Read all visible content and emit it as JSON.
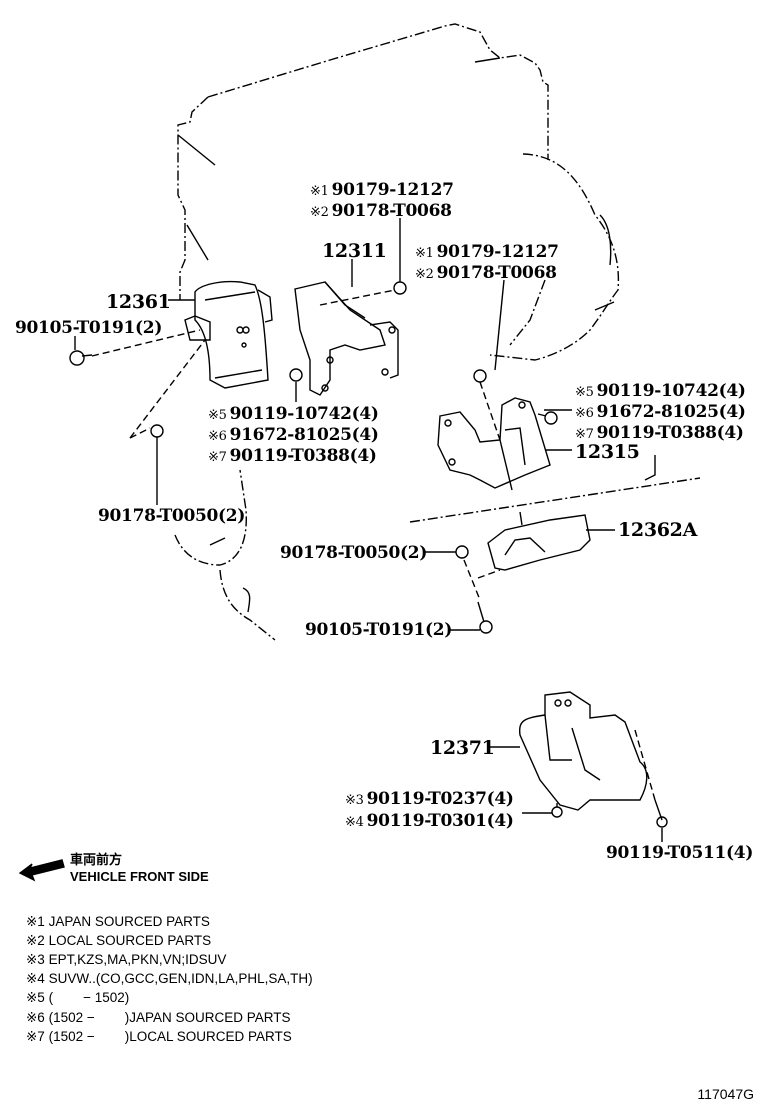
{
  "diagram": {
    "id": "117047G",
    "direction": {
      "icon": "arrow-left-icon",
      "label_jp": "車両前方",
      "label_en": "VEHICLE FRONT SIDE"
    },
    "callouts": [
      {
        "key": "c_90105_left",
        "mark": "",
        "part": "90105-T0191(2)"
      },
      {
        "key": "c_12361",
        "mark": "",
        "part": "12361"
      },
      {
        "key": "c_top1_a",
        "mark": "※1",
        "part": "90179-12127"
      },
      {
        "key": "c_top1_b",
        "mark": "※2",
        "part": "90178-T0068"
      },
      {
        "key": "c_12311",
        "mark": "",
        "part": "12311"
      },
      {
        "key": "c_top2_a",
        "mark": "※1",
        "part": "90179-12127"
      },
      {
        "key": "c_top2_b",
        "mark": "※2",
        "part": "90178-T0068"
      },
      {
        "key": "c_mid_5",
        "mark": "※5",
        "part": "90119-10742(4)"
      },
      {
        "key": "c_mid_6",
        "mark": "※6",
        "part": "91672-81025(4)"
      },
      {
        "key": "c_mid_7",
        "mark": "※7",
        "part": "90119-T0388(4)"
      },
      {
        "key": "c_right_5",
        "mark": "※5",
        "part": "90119-10742(4)"
      },
      {
        "key": "c_right_6",
        "mark": "※6",
        "part": "91672-81025(4)"
      },
      {
        "key": "c_right_7",
        "mark": "※7",
        "part": "90119-T0388(4)"
      },
      {
        "key": "c_12315",
        "mark": "",
        "part": "12315"
      },
      {
        "key": "c_90178_left",
        "mark": "",
        "part": "90178-T0050(2)"
      },
      {
        "key": "c_12362A",
        "mark": "",
        "part": "12362A"
      },
      {
        "key": "c_90178_mid",
        "mark": "",
        "part": "90178-T0050(2)"
      },
      {
        "key": "c_90105_mid",
        "mark": "",
        "part": "90105-T0191(2)"
      },
      {
        "key": "c_12371",
        "mark": "",
        "part": "12371"
      },
      {
        "key": "c_bot_3",
        "mark": "※3",
        "part": "90119-T0237(4)"
      },
      {
        "key": "c_bot_4",
        "mark": "※4",
        "part": "90119-T0301(4)"
      },
      {
        "key": "c_90119_T0511",
        "mark": "",
        "part": "90119-T0511(4)"
      }
    ],
    "legend": [
      "※1 JAPAN SOURCED PARTS",
      "※2 LOCAL SOURCED PARTS",
      "※3 EPT,KZS,MA,PKN,VN;IDSUV",
      "※4 SUVW..(CO,GCC,GEN,IDN,LA,PHL,SA,TH)",
      "※5 (        − 1502)",
      "※6 (1502 −        )JAPAN SOURCED PARTS",
      "※7 (1502 −        )LOCAL SOURCED PARTS"
    ]
  }
}
